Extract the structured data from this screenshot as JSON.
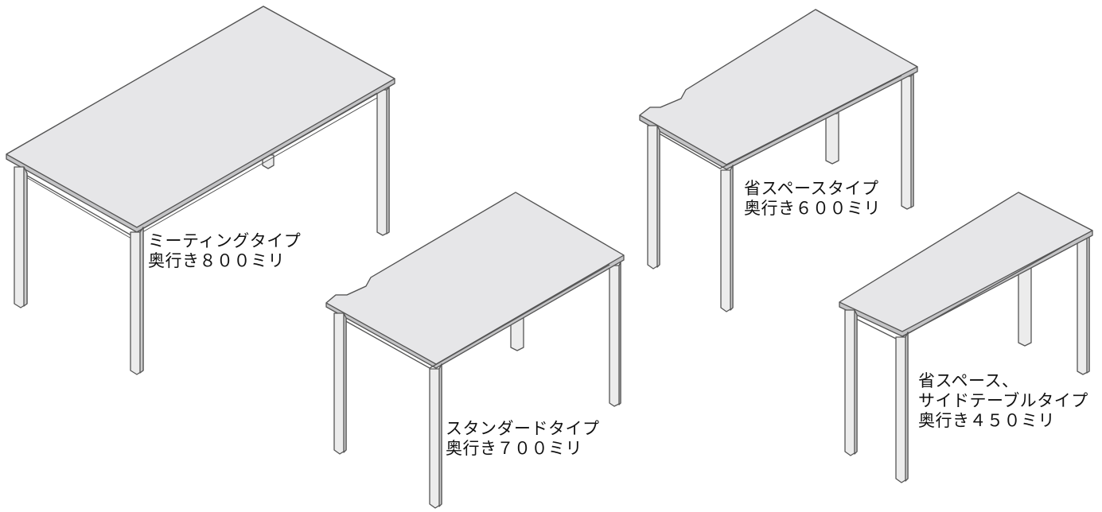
{
  "colors": {
    "top": "#e6e6e8",
    "edge": "#c4c4c6",
    "leg": "#ececec",
    "leg_dark": "#cdcdcd",
    "stroke": "#555555"
  },
  "tables": [
    {
      "id": "meeting",
      "name": "ミーティングタイプ",
      "depth_label": "奥行き８００ミリ",
      "depth_mm": 800,
      "icon": "meeting-table-icon"
    },
    {
      "id": "standard",
      "name": "スタンダードタイプ",
      "depth_label": "奥行き７００ミリ",
      "depth_mm": 700,
      "icon": "standard-table-icon"
    },
    {
      "id": "space600",
      "name": "省スペースタイプ",
      "depth_label": "奥行き６００ミリ",
      "depth_mm": 600,
      "icon": "space-saving-table-icon"
    },
    {
      "id": "space450",
      "name_line1": "省スペース、",
      "name_line2": "サイドテーブルタイプ",
      "depth_label": "奥行き４５０ミリ",
      "depth_mm": 450,
      "icon": "side-table-icon"
    }
  ]
}
